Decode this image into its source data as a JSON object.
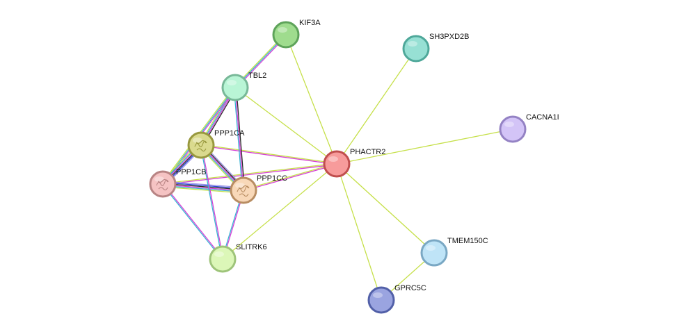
{
  "network": {
    "colors": {
      "textmining": "#c6e04a",
      "coexpression": "#2b2b2b",
      "experiments": "#d640d6",
      "databases": "#38b4d4",
      "homology": "#9a93e6",
      "cooccurrence": "#3046d8",
      "neighborhood": "#5ab85a"
    },
    "nodes": [
      {
        "id": "KIF3A",
        "label": "KIF3A",
        "fill": "#9fdc8e",
        "stroke": "#5ea35a",
        "icon": ""
      },
      {
        "id": "SH3PXD2B",
        "label": "SH3PXD2B",
        "fill": "#97e0d4",
        "stroke": "#4fa89a",
        "icon": ""
      },
      {
        "id": "TBL2",
        "label": "TBL2",
        "fill": "#b9f5d6",
        "stroke": "#78b898",
        "icon": ""
      },
      {
        "id": "CACNA1I",
        "label": "CACNA1I",
        "fill": "#d3c4f7",
        "stroke": "#9482c4",
        "icon": ""
      },
      {
        "id": "PPP1CA",
        "label": "PPP1CA",
        "fill": "#dada8e",
        "stroke": "#98983e",
        "icon": "protein-structure-icon"
      },
      {
        "id": "PHACTR2",
        "label": "PHACTR2",
        "fill": "#f79b9b",
        "stroke": "#c04e4e",
        "icon": ""
      },
      {
        "id": "PPP1CB",
        "label": "PPP1CB",
        "fill": "#f5c3c3",
        "stroke": "#b88484",
        "icon": "protein-structure-icon"
      },
      {
        "id": "PPP1CC",
        "label": "PPP1CC",
        "fill": "#f8d8b8",
        "stroke": "#b88d62",
        "icon": "protein-structure-icon"
      },
      {
        "id": "SLITRK6",
        "label": "SLITRK6",
        "fill": "#dcf7b8",
        "stroke": "#9ec47a",
        "icon": ""
      },
      {
        "id": "TMEM150C",
        "label": "TMEM150C",
        "fill": "#bfe4f7",
        "stroke": "#7aa8c4",
        "icon": ""
      },
      {
        "id": "GPRC5C",
        "label": "GPRC5C",
        "fill": "#9aa4e0",
        "stroke": "#5260a8",
        "icon": ""
      }
    ],
    "edges": [
      {
        "source": "PHACTR2",
        "target": "KIF3A",
        "types": [
          "textmining"
        ]
      },
      {
        "source": "PHACTR2",
        "target": "SH3PXD2B",
        "types": [
          "textmining"
        ]
      },
      {
        "source": "PHACTR2",
        "target": "CACNA1I",
        "types": [
          "textmining"
        ]
      },
      {
        "source": "PHACTR2",
        "target": "TBL2",
        "types": [
          "textmining"
        ]
      },
      {
        "source": "PHACTR2",
        "target": "PPP1CA",
        "types": [
          "experiments",
          "textmining"
        ]
      },
      {
        "source": "PHACTR2",
        "target": "PPP1CB",
        "types": [
          "experiments",
          "textmining"
        ]
      },
      {
        "source": "PHACTR2",
        "target": "PPP1CC",
        "types": [
          "experiments",
          "textmining"
        ]
      },
      {
        "source": "PHACTR2",
        "target": "SLITRK6",
        "types": [
          "textmining"
        ]
      },
      {
        "source": "PHACTR2",
        "target": "TMEM150C",
        "types": [
          "textmining"
        ]
      },
      {
        "source": "PHACTR2",
        "target": "GPRC5C",
        "types": [
          "textmining"
        ]
      },
      {
        "source": "TMEM150C",
        "target": "GPRC5C",
        "types": [
          "textmining"
        ]
      },
      {
        "source": "KIF3A",
        "target": "TBL2",
        "types": [
          "experiments",
          "databases",
          "textmining"
        ]
      },
      {
        "source": "TBL2",
        "target": "PPP1CA",
        "types": [
          "coexpression",
          "experiments",
          "databases",
          "textmining"
        ]
      },
      {
        "source": "TBL2",
        "target": "PPP1CB",
        "types": [
          "experiments",
          "databases",
          "textmining"
        ]
      },
      {
        "source": "TBL2",
        "target": "PPP1CC",
        "types": [
          "coexpression",
          "experiments",
          "databases"
        ]
      },
      {
        "source": "PPP1CA",
        "target": "PPP1CB",
        "types": [
          "homology",
          "cooccurrence",
          "coexpression",
          "experiments",
          "databases",
          "textmining"
        ]
      },
      {
        "source": "PPP1CA",
        "target": "PPP1CC",
        "types": [
          "homology",
          "coexpression",
          "experiments",
          "databases",
          "textmining"
        ]
      },
      {
        "source": "PPP1CB",
        "target": "PPP1CC",
        "types": [
          "homology",
          "cooccurrence",
          "coexpression",
          "experiments",
          "databases",
          "textmining"
        ]
      },
      {
        "source": "PPP1CA",
        "target": "SLITRK6",
        "types": [
          "experiments",
          "databases"
        ]
      },
      {
        "source": "PPP1CB",
        "target": "SLITRK6",
        "types": [
          "experiments",
          "databases"
        ]
      },
      {
        "source": "PPP1CC",
        "target": "SLITRK6",
        "types": [
          "experiments",
          "databases"
        ]
      }
    ]
  }
}
